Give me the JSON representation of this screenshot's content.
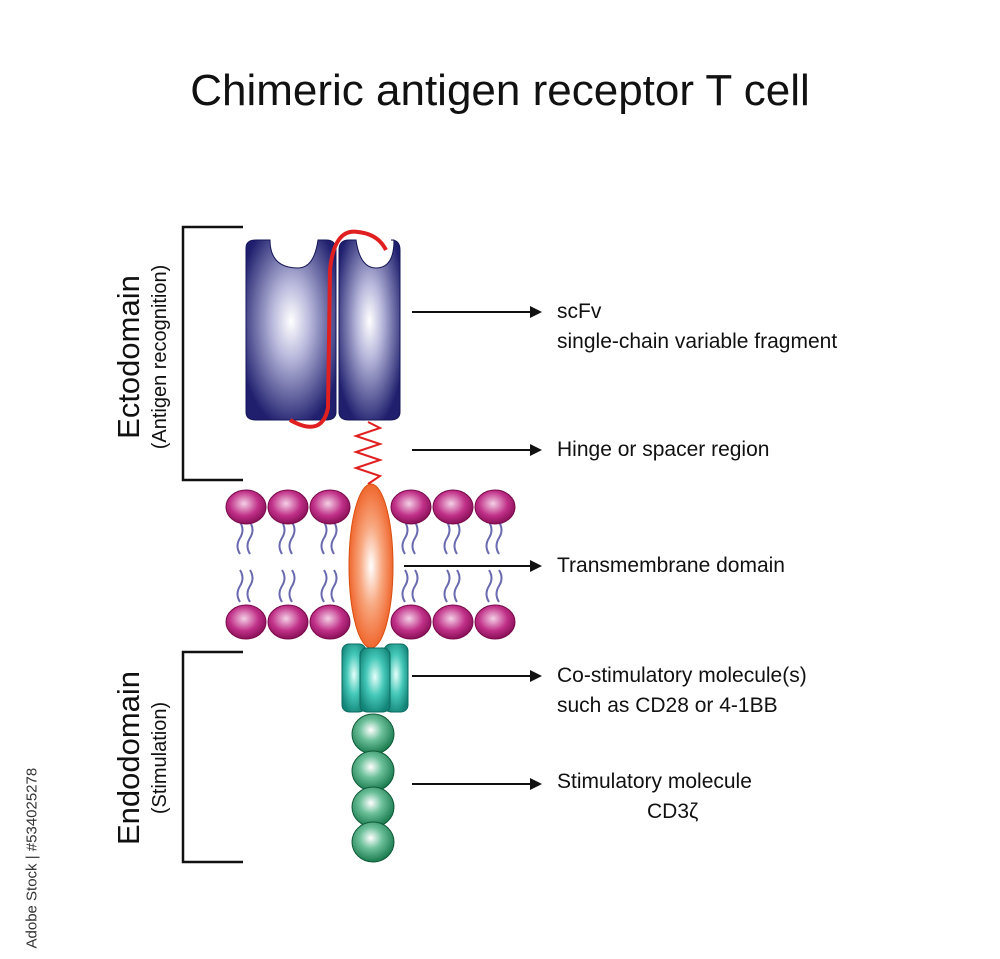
{
  "title": "Chimeric antigen receptor T cell",
  "domains": {
    "ecto": {
      "name": "Ectodomain",
      "sub": "(Antigen recognition)"
    },
    "endo": {
      "name": "Endodomain",
      "sub": "(Stimulation)"
    }
  },
  "labels": {
    "scfv_line1": "scFv",
    "scfv_line2": "single-chain variable fragment",
    "hinge": "Hinge or spacer region",
    "transmembrane": "Transmembrane domain",
    "costim_line1": "Co-stimulatory molecule(s)",
    "costim_line2": "such as CD28 or 4-1BB",
    "stim_line1": "Stimulatory molecule",
    "stim_line2": "CD3ζ"
  },
  "watermark": "Adobe Stock | #534025278",
  "colors": {
    "scfv": "#1f1f6e",
    "linker": "#e02020",
    "membrane_head": "#a0186a",
    "membrane_tail": "#6a6ab0",
    "transmembrane": "#f26a2e",
    "costim": "#1fa89a",
    "stim": "#1f8a5a"
  }
}
